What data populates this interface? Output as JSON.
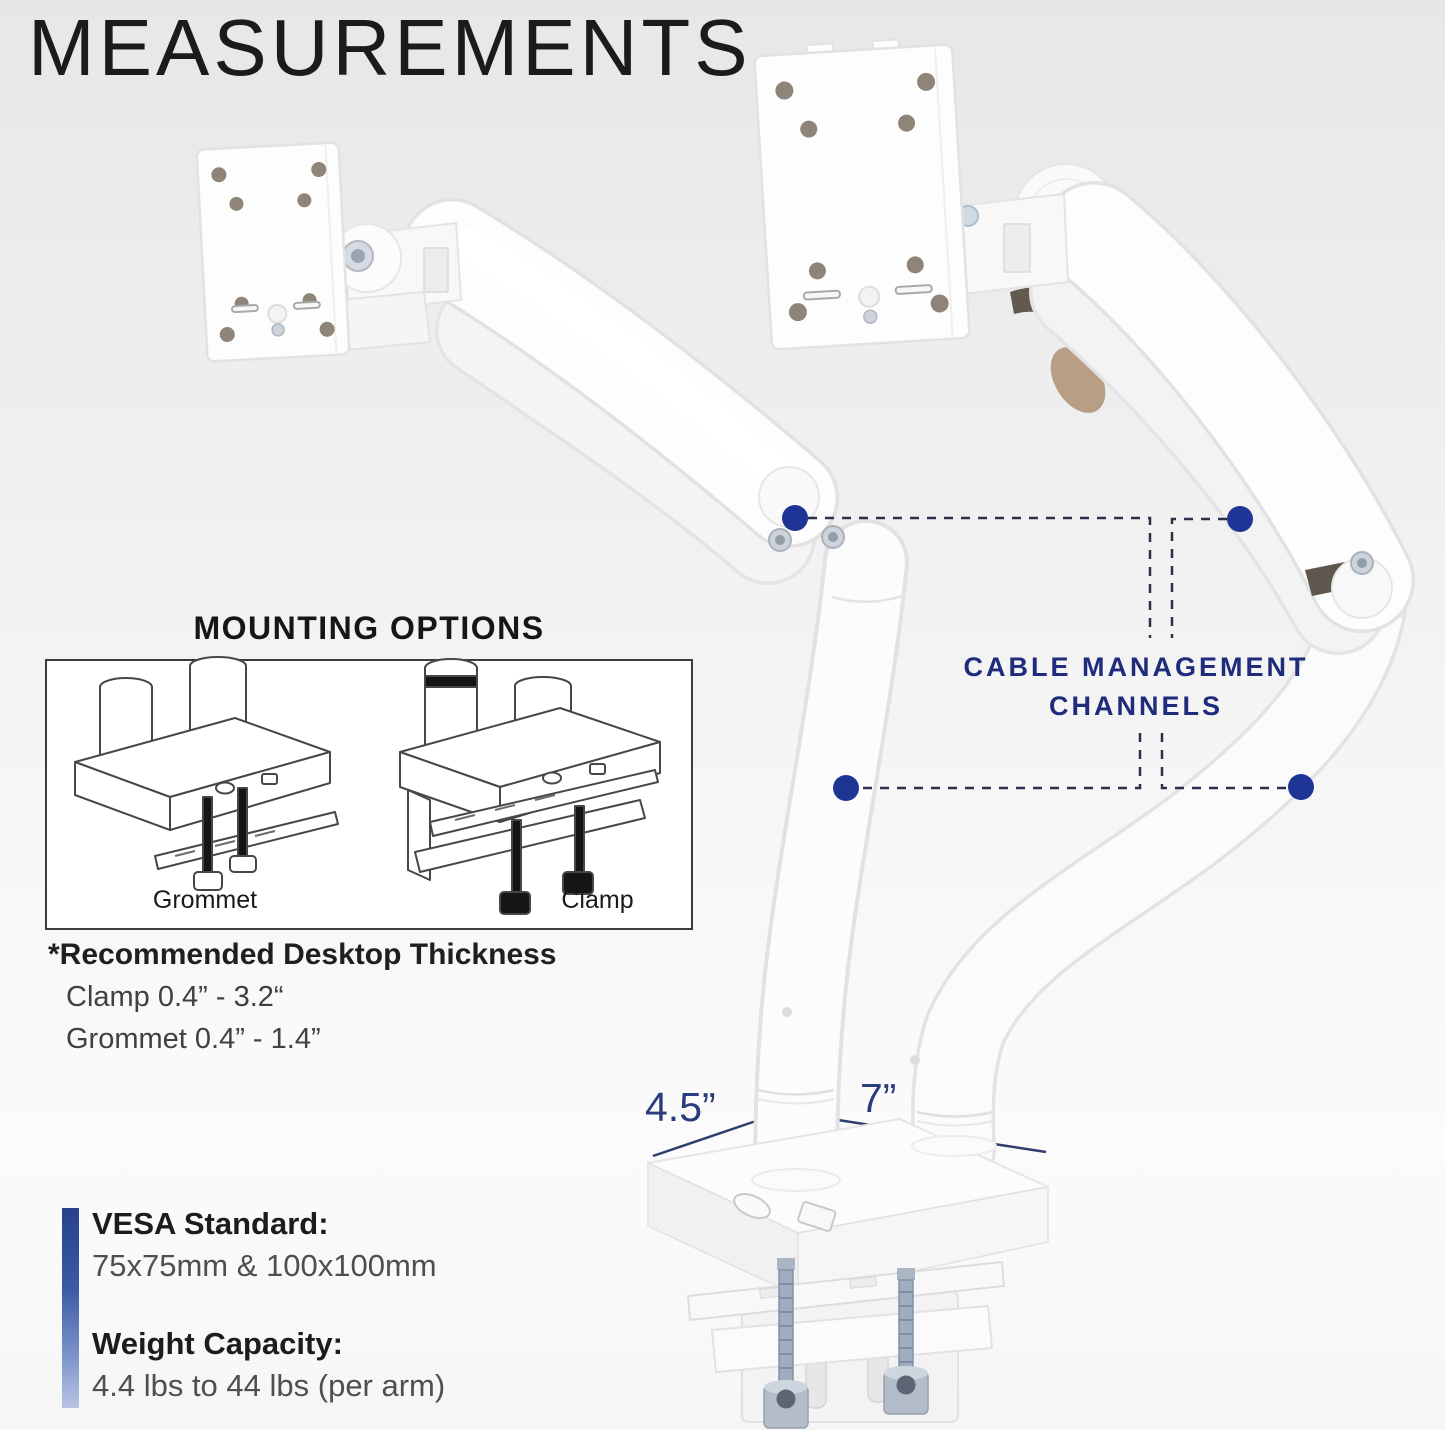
{
  "header": {
    "title": "MEASUREMENTS"
  },
  "mounting": {
    "title": "MOUNTING OPTIONS",
    "options": [
      {
        "label": "Grommet"
      },
      {
        "label": "Clamp"
      }
    ]
  },
  "thickness": {
    "heading": "*Recommended Desktop Thickness",
    "clamp_range": "Clamp 0.4” - 3.2“",
    "grommet_range": "Grommet 0.4” - 1.4”"
  },
  "cable": {
    "line1": "CABLE MANAGEMENT",
    "line2": "CHANNELS"
  },
  "dimensions": {
    "depth": "4.5”",
    "width": "7”"
  },
  "specs": {
    "vesa": {
      "heading": "VESA Standard:",
      "value": "75x75mm & 100x100mm"
    },
    "weight": {
      "heading": "Weight Capacity:",
      "value": "4.4 lbs to 44 lbs (per arm)"
    }
  },
  "colors": {
    "navy": "#1f2b7b",
    "dot_blue": "#1e3596",
    "dim_navy": "#2b3c7e",
    "dash": "#2d3147"
  }
}
